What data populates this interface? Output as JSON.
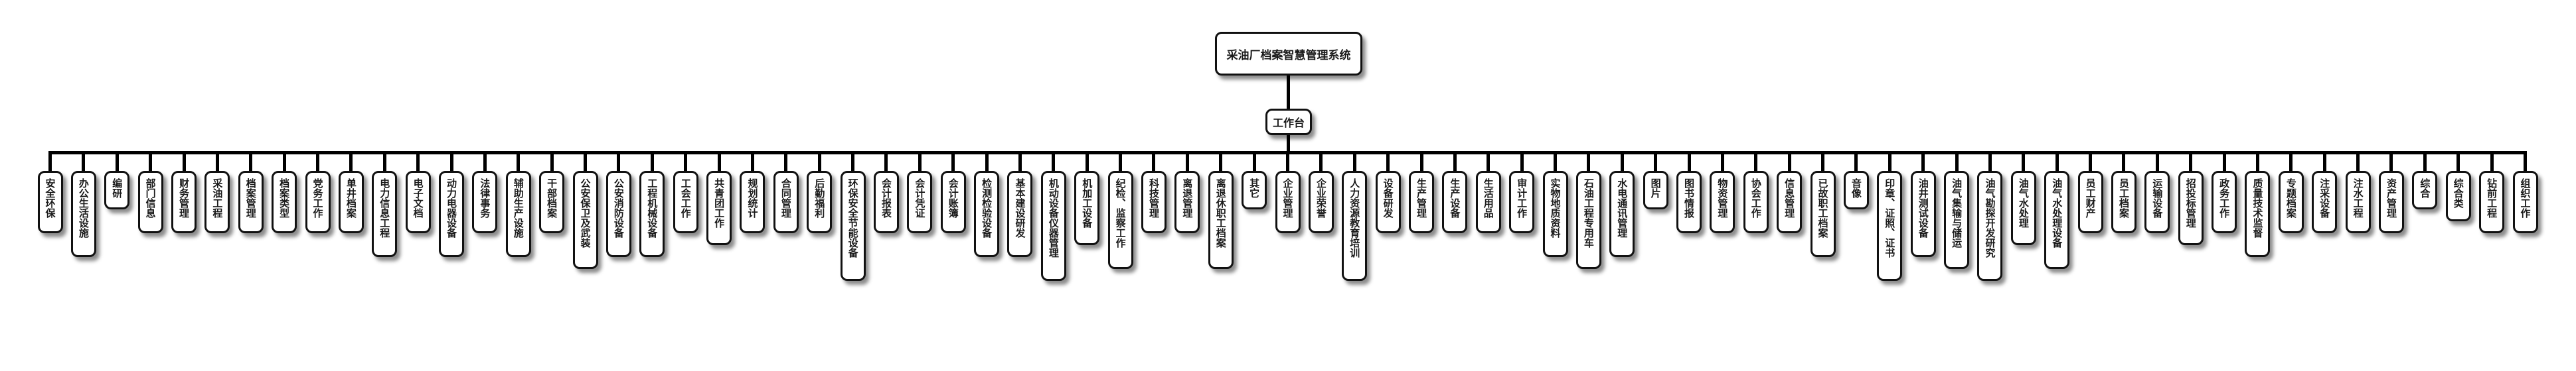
{
  "diagram": {
    "root": "采油厂档案智慧管理系统",
    "hub": "工作台",
    "colors": {
      "line": "#000000",
      "box_border": "#111111",
      "box_fill": "#ffffff",
      "text": "#1a1a1a"
    },
    "leaves": [
      "安全环保",
      "办公生活设施",
      "编研",
      "部门信息",
      "财务管理",
      "采油工程",
      "档案管理",
      "档案类型",
      "党务工作",
      "单井档案",
      "电力信息工程",
      "电子文档",
      "动力电器设备",
      "法律事务",
      "辅助生产设施",
      "干部档案",
      "公安保卫及武装",
      "公安消防设备",
      "工程机械设备",
      "工会工作",
      "共青团工作",
      "规划统计",
      "合同管理",
      "后勤福利",
      "环保安全节能设备",
      "会计报表",
      "会计凭证",
      "会计账簿",
      "检测检验设备",
      "基本建设研发",
      "机动设备仪器管理",
      "机加工设备",
      "纪检、监察工作",
      "科技管理",
      "离退管理",
      "离退休职工档案",
      "其它",
      "企业管理",
      "企业荣誉",
      "人力资源教育培训",
      "设备研发",
      "生产管理",
      "生产设备",
      "生活用品",
      "审计工作",
      "实物地质资料",
      "石油工程专用车",
      "水电通讯管理",
      "图片",
      "图书情报",
      "物资管理",
      "协会工作",
      "信息管理",
      "已故职工档案",
      "音像",
      "印章、证照、证书",
      "油井测试设备",
      "油气集输与储运",
      "油气勘探开发研究",
      "油气水处理",
      "油气水处理设备",
      "员工财产",
      "员工档案",
      "运输设备",
      "招投标管理",
      "政务工作",
      "质量技术监督",
      "专题档案",
      "注采设备",
      "注水工程",
      "资产管理",
      "综合",
      "综合类",
      "钻前工程",
      "组织工作"
    ]
  }
}
